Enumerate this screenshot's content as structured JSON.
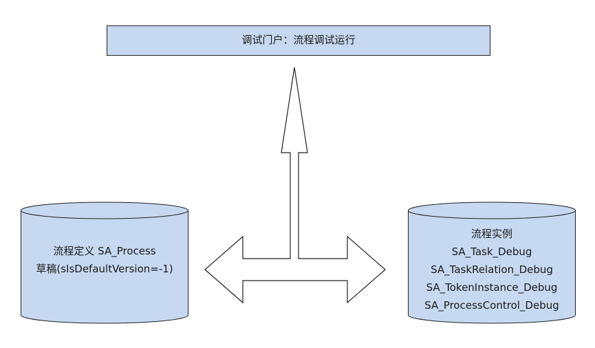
{
  "portal": {
    "label": "调试门户：流程调试运行"
  },
  "left_db": {
    "line1": "流程定义 SA_Process",
    "line2": "草稿(sIsDefaultVersion=-1)"
  },
  "right_db": {
    "lines": [
      "流程实例",
      "SA_Task_Debug",
      "SA_TaskRelation_Debug",
      "SA_TokenInstance_Debug",
      "SA_ProcessControl_Debug"
    ]
  },
  "colors": {
    "fill": "#c6d9f1",
    "stroke": "#1f1f1f",
    "arrow_fill": "#ffffff"
  }
}
